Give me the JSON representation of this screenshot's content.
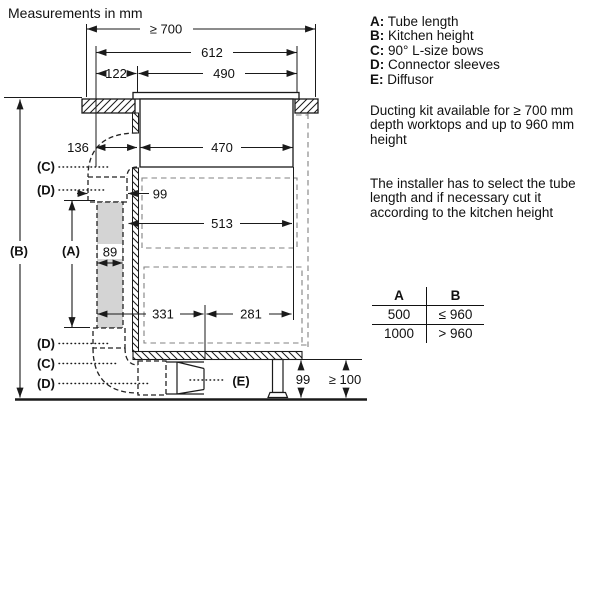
{
  "title": "Measurements in mm",
  "legend": {
    "items": [
      {
        "key": "A:",
        "label": "Tube length"
      },
      {
        "key": "B:",
        "label": "Kitchen height"
      },
      {
        "key": "C:",
        "label": "90° L-size bows"
      },
      {
        "key": "D:",
        "label": "Connector sleeves"
      },
      {
        "key": "E:",
        "label": "Diffusor"
      }
    ]
  },
  "notes": {
    "ducting": "Ducting kit available for ≥ 700 mm depth worktops and up to 960 mm height",
    "installer": "The installer has to select the tube length and if necessary cut it according to the kitchen height"
  },
  "table": {
    "headers": [
      "A",
      "B"
    ],
    "rows": [
      [
        "500",
        "≤ 960"
      ],
      [
        "1000",
        "> 960"
      ]
    ]
  },
  "diagram": {
    "dims": {
      "depth": "≥ 700",
      "top_width": "612",
      "left_offset": "122",
      "cutout_width": "490",
      "duct_offset": "136",
      "hood_width": "470",
      "sleeve_width": "99",
      "plenum_width": "513",
      "tube_width": "89",
      "front_width": "331",
      "rear_width": "281",
      "bottom_height": "99",
      "floor_clearance": "≥ 100"
    },
    "labels": {
      "a": "(A)",
      "b": "(B)",
      "c": "(C)",
      "d": "(D)",
      "e": "(E)"
    },
    "colors": {
      "line": "#1a1a1a",
      "tube_fill": "#d4d4d4"
    }
  }
}
